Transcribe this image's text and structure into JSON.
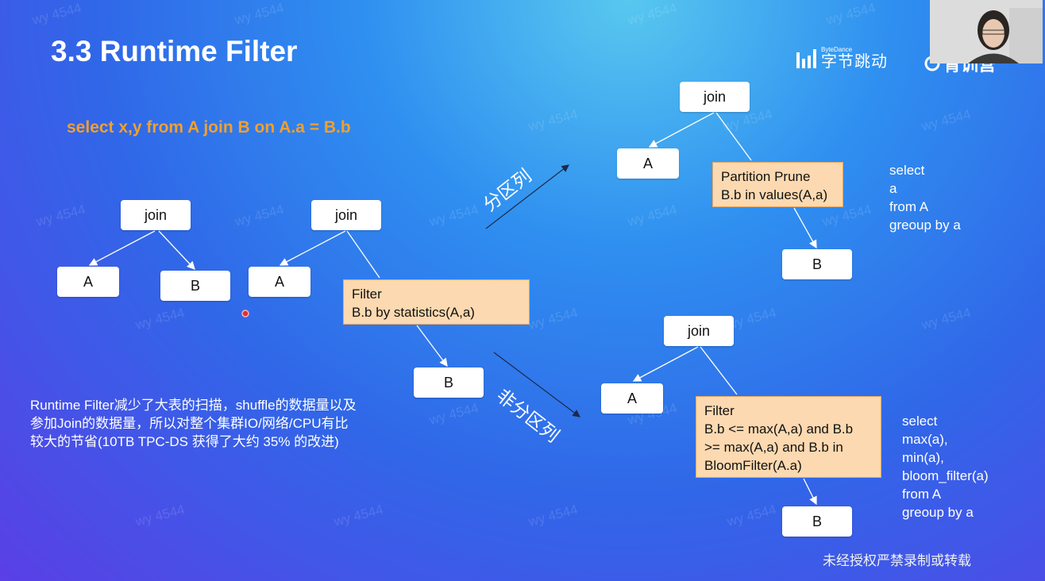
{
  "title": "3.3 Runtime Filter",
  "sql": "select x,y from A join B on A.a = B.b",
  "tree1": {
    "join": "join",
    "left": "A",
    "right": "B"
  },
  "tree2": {
    "join": "join",
    "left": "A",
    "filter_line1": "Filter",
    "filter_line2": "B.b by statistics(A,a)",
    "right": "B"
  },
  "tree3": {
    "join": "join",
    "left": "A",
    "filter_line1": "Partition Prune",
    "filter_line2": "B.b in values(A,a)",
    "right": "B"
  },
  "tree4": {
    "join": "join",
    "left": "A",
    "filter_line1": "Filter",
    "filter_line2": "B.b <= max(A,a) and B.b",
    "filter_line3": ">= max(A,a) and B.b in",
    "filter_line4": "BloomFilter(A.a)",
    "right": "B"
  },
  "agg_top": [
    "select",
    "a",
    "from A",
    "greoup by a"
  ],
  "agg_bottom": [
    "select",
    "max(a),",
    "min(a),",
    "bloom_filter(a)",
    "from A",
    "greoup by a"
  ],
  "label_partition": "分区列",
  "label_non_partition": "非分区列",
  "note_lines": [
    "Runtime Filter减少了大表的扫描，shuffle的数据量以及",
    "参加Join的数据量，所以对整个集群IO/网络/CPU有比",
    "较大的节省(10TB TPC-DS 获得了大约 35% 的改进)"
  ],
  "logo_small": "ByteDance",
  "logo_big": "字节跳动",
  "logo2": "青训营",
  "footer": "未经授权严禁录制或转载",
  "watermark": "wy 4544",
  "colors": {
    "accent_orange": "#f0a030",
    "filter_box": "#fcd9b0",
    "laser_dot": "#e03030"
  }
}
